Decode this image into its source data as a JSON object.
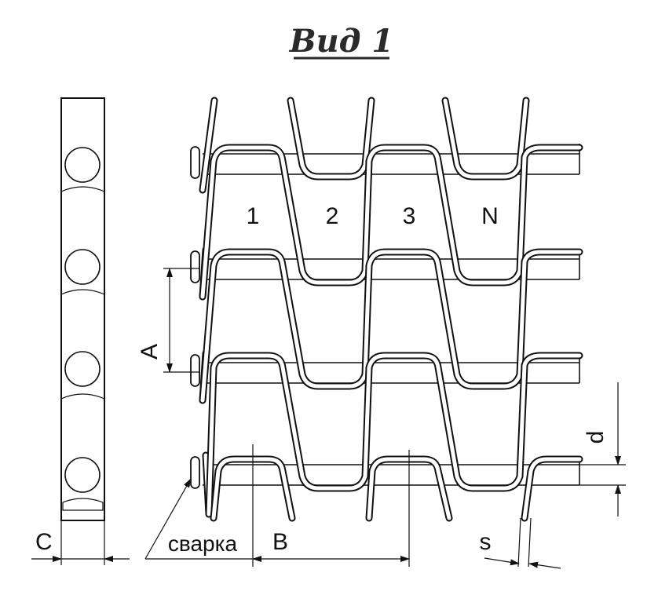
{
  "title": "Вид 1",
  "spiral_labels": [
    "1",
    "2",
    "3",
    "N"
  ],
  "dimensions": {
    "A": "A",
    "B": "B",
    "C": "C",
    "d": "d",
    "s": "s"
  },
  "weld_label": "сварка"
}
